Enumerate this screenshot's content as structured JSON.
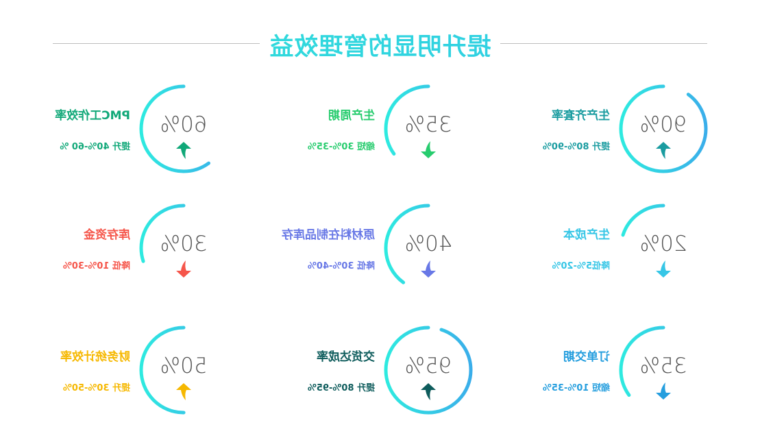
{
  "header": {
    "title": "提升明显的管理效益"
  },
  "gradient": {
    "start": "#3aaeea",
    "end": "#2eeae0"
  },
  "cards": [
    {
      "name": "生产齐套率",
      "desc": "提升 80%-90%",
      "value": "90%",
      "percent": 90,
      "direction": "up",
      "color": "#1a9ca0"
    },
    {
      "name": "生产周期",
      "desc": "缩短 30%-35%",
      "value": "35%",
      "percent": 35,
      "direction": "down",
      "color": "#27cc6e"
    },
    {
      "name": "PMC工作效率",
      "desc": "提升 40%-60 %",
      "value": "60%",
      "percent": 60,
      "direction": "up",
      "color": "#10a878"
    },
    {
      "name": "生产成本",
      "desc": "降低5%-20%",
      "value": "20%",
      "percent": 20,
      "direction": "down",
      "color": "#36c6e6"
    },
    {
      "name": "原材料在制品库存",
      "desc": "降低 30%-40%",
      "value": "40%",
      "percent": 40,
      "direction": "down",
      "color": "#6878e6"
    },
    {
      "name": "库存资金",
      "desc": "降低 10%-30%",
      "value": "30%",
      "percent": 30,
      "direction": "down",
      "color": "#f5554a"
    },
    {
      "name": "订单交期",
      "desc": "缩短 10%-35%",
      "value": "35%",
      "percent": 35,
      "direction": "down",
      "color": "#259ede"
    },
    {
      "name": "交货达成率",
      "desc": "提升 80%-95%",
      "value": "95%",
      "percent": 95,
      "direction": "up",
      "color": "#0e5c5c"
    },
    {
      "name": "财务统计效率",
      "desc": "提升 30%-50%",
      "value": "50%",
      "percent": 50,
      "direction": "up",
      "color": "#f6b800"
    }
  ]
}
